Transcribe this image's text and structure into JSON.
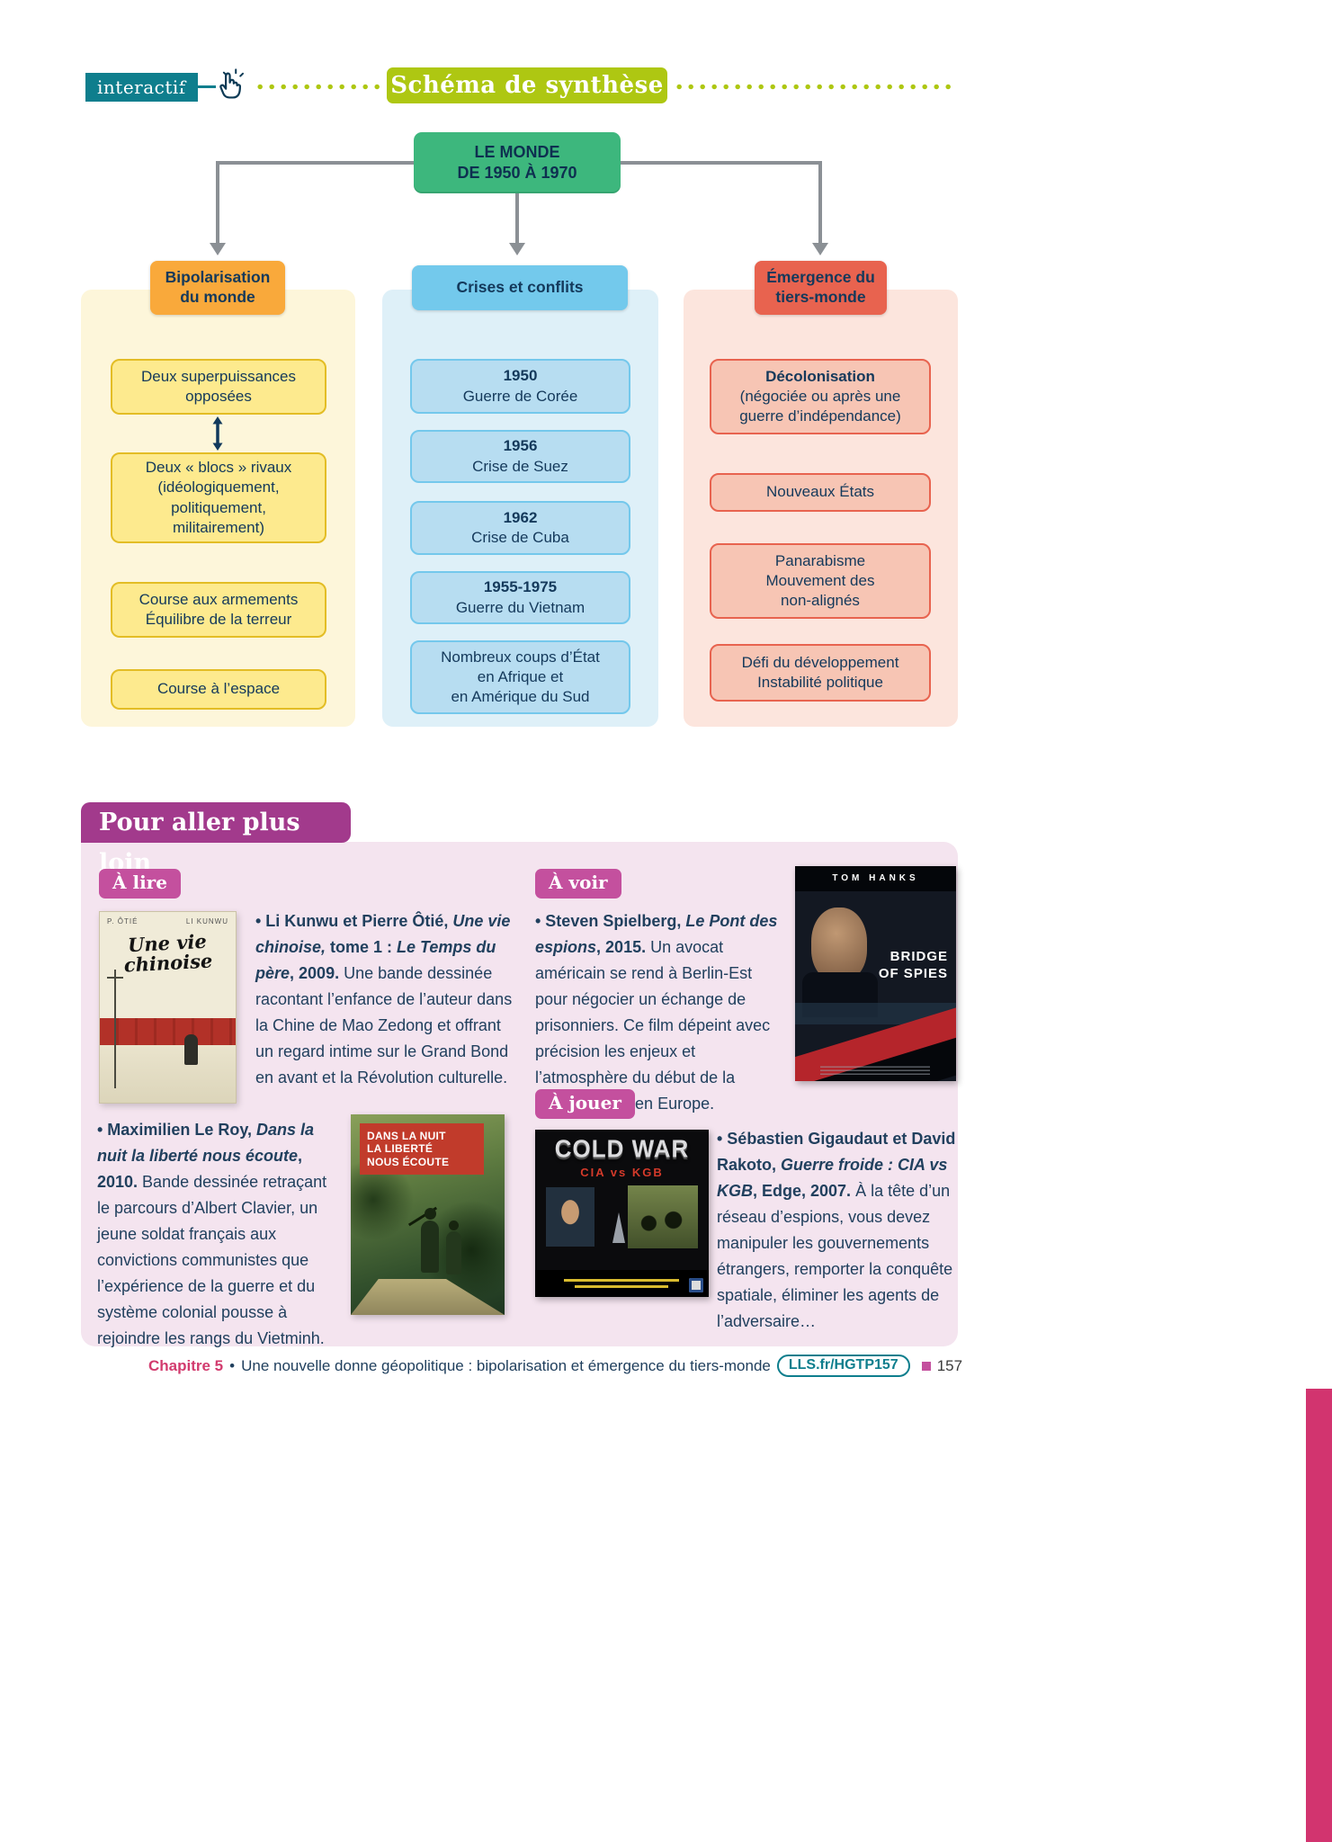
{
  "colors": {
    "teal": "#0e7e8d",
    "lime": "#aec712",
    "green": "#3db77d",
    "orange": "#f9a93b",
    "blue": "#73c9ec",
    "salmon": "#e8634f",
    "yellow_box": "#fdea8e",
    "purple": "#a23a8c",
    "pink_badge": "#c4509e",
    "crimson": "#d2346f"
  },
  "header": {
    "interactif": "interactif",
    "title": "Schéma de synthèse"
  },
  "diagram": {
    "root": "LE MONDE\nDE 1950 À 1970",
    "col1": {
      "header": "Bipolarisation\ndu monde",
      "box1": "Deux superpuissances\nopposées",
      "box2": "Deux « blocs » rivaux\n(idéologiquement,\npolitiquement,\nmilitairement)",
      "box3": "Course aux armements\nÉquilibre de la terreur",
      "box4": "Course à l’espace"
    },
    "col2": {
      "header": "Crises et conflits",
      "box1_year": "1950",
      "box1_label": "Guerre de Corée",
      "box2_year": "1956",
      "box2_label": "Crise de Suez",
      "box3_year": "1962",
      "box3_label": "Crise de Cuba",
      "box4_year": "1955-1975",
      "box4_label": "Guerre du Vietnam",
      "box5": "Nombreux coups d’État\nen Afrique et\nen Amérique du Sud"
    },
    "col3": {
      "header": "Émergence du\ntiers-monde",
      "box1_bold": "Décolonisation",
      "box1_rest": "(négociée ou après une\nguerre d’indépendance)",
      "box2": "Nouveaux États",
      "box3": "Panarabisme\nMouvement des\nnon-alignés",
      "box4": "Défi du développement\nInstabilité politique"
    }
  },
  "further": {
    "title": "Pour aller plus loin",
    "lire_badge": "À lire",
    "voir_badge": "À voir",
    "jouer_badge": "À jouer",
    "lire1": {
      "s1": "• Li Kunwu et Pierre Ôtié, ",
      "s2": "Une vie chinoise,",
      "s3": " tome 1 : ",
      "s4": "Le Temps du père",
      "s5": ", 2009.",
      "s6": " Une bande dessinée racontant l’enfance de l’auteur dans la Chine de Mao Zedong et offrant un regard intime sur le Grand Bond en avant et la Révolution culturelle."
    },
    "lire2": {
      "s1": "• Maximilien Le Roy, ",
      "s2": "Dans la nuit la liberté nous écoute",
      "s3": ", ",
      "s4": "2010.",
      "s5": " Bande dessinée retraçant le parcours d’Albert Clavier, un jeune soldat français aux convictions communistes que l’expérience de la guerre et du système colonial pousse à rejoindre les rangs du Vietminh."
    },
    "voir1": {
      "s1": "• Steven Spielberg, ",
      "s2": "Le Pont des espions",
      "s3": ", ",
      "s4": "2015.",
      "s5": " Un avocat américain se rend à Berlin-Est pour négocier un échange de prisonniers. Ce film dépeint avec précision les enjeux et l’atmosphère du début de la Guerre froide en Europe."
    },
    "jouer1": {
      "s1": "• Sébastien Gigaudaut et David Rakoto, ",
      "s2": "Guerre froide : CIA vs KGB",
      "s3": ", Edge, 2007.",
      "s4": " À la tête d’un réseau d’espions, vous devez manipuler les gouvernements étrangers, remporter la conquête spatiale, éliminer les agents de l’adversaire…"
    }
  },
  "covers": {
    "lire1": {
      "author_left": "P. ÔTIÉ",
      "author_right": "LI KUNWU",
      "title": "Une vie\nchinoise"
    },
    "lire2": {
      "title": "DANS LA NUIT\nLA LIBERTÉ\nNOUS ÉCOUTE"
    },
    "voir": {
      "top": "TOM HANKS",
      "title": "BRIDGE\nOF SPIES"
    },
    "jouer": {
      "title": "COLD WAR",
      "subtitle": "CIA vs KGB"
    }
  },
  "footer": {
    "chapter": "Chapitre 5",
    "sep": "•",
    "title": "Une nouvelle donne géopolitique : bipolarisation et émergence du tiers-monde",
    "link": "LLS.fr/HGTP157",
    "page": "157"
  }
}
